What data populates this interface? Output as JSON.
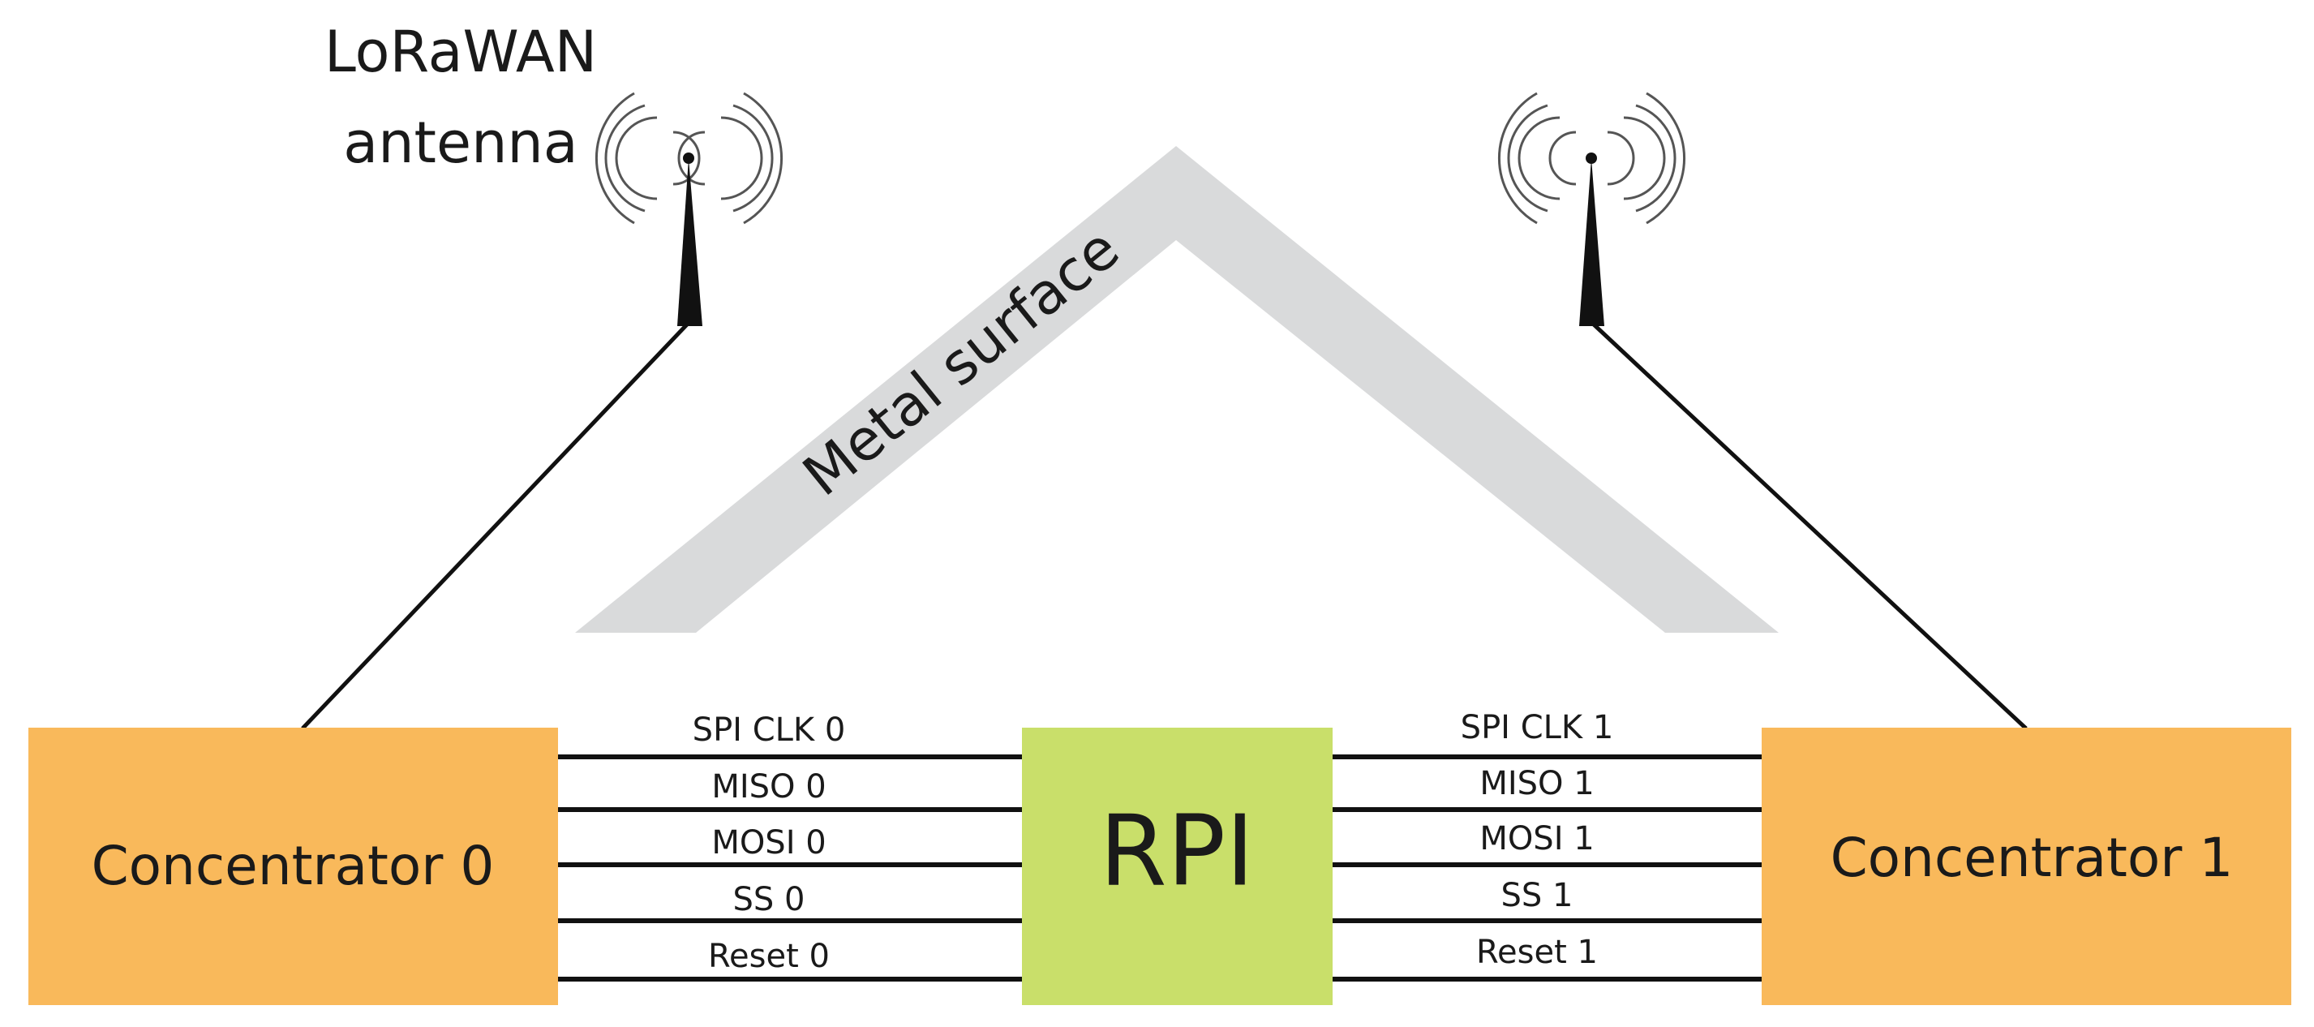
{
  "antenna_label": {
    "line1": "LoRaWAN",
    "line2": "antenna"
  },
  "metal_surface": {
    "label": "Metal surface",
    "color": "#d9dadb"
  },
  "concentrator_left": {
    "label": "Concentrator 0",
    "color": "#f9b95b"
  },
  "concentrator_right": {
    "label": "Concentrator 1",
    "color": "#f9b95b"
  },
  "rpi": {
    "label": "RPI",
    "color": "#c9df6a"
  },
  "signals_left": [
    "SPI CLK 0",
    "MISO 0",
    "MOSI 0",
    "SS 0",
    "Reset 0"
  ],
  "signals_right": [
    "SPI CLK 1",
    "MISO 1",
    "MOSI 1",
    "SS 1",
    "Reset 1"
  ],
  "icons": {
    "antenna_left": "antenna-icon",
    "antenna_right": "antenna-icon"
  }
}
